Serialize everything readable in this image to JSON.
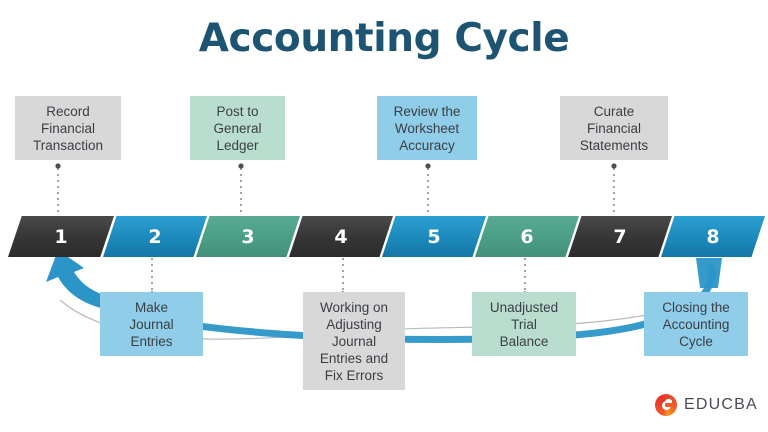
{
  "title": "Accounting Cycle",
  "colors": {
    "title": "#1d5472",
    "gray": "#d8d8d8",
    "green": "#b9ded0",
    "blue": "#8fcde8",
    "chevron_dark": "#353535",
    "chevron_blue": "#1b87b9",
    "chevron_green": "#4a9d85",
    "arrow": "#2b95c8",
    "logo": "#f05a28"
  },
  "steps": [
    {
      "number": "1",
      "label": "Record Financial Transaction",
      "lines": [
        "Record",
        "Financial",
        "Transaction"
      ],
      "position": "top",
      "card_color": "gray",
      "chevron_color": "dark"
    },
    {
      "number": "2",
      "label": "Make Journal Entries",
      "lines": [
        "Make",
        "Journal",
        "Entries"
      ],
      "position": "bottom",
      "card_color": "blue",
      "chevron_color": "blue"
    },
    {
      "number": "3",
      "label": "Post to General Ledger",
      "lines": [
        "Post to",
        "General",
        "Ledger"
      ],
      "position": "top",
      "card_color": "green",
      "chevron_color": "green"
    },
    {
      "number": "4",
      "label": "Working on Adjusting Journal Entries and Fix Errors",
      "lines": [
        "Working on",
        "Adjusting",
        "Journal",
        "Entries and",
        "Fix Errors"
      ],
      "position": "bottom",
      "card_color": "gray",
      "chevron_color": "dark"
    },
    {
      "number": "5",
      "label": "Review the Worksheet Accuracy",
      "lines": [
        "Review the",
        "Worksheet",
        "Accuracy"
      ],
      "position": "top",
      "card_color": "blue",
      "chevron_color": "blue"
    },
    {
      "number": "6",
      "label": "Unadjusted Trial Balance",
      "lines": [
        "Unadjusted",
        "Trial",
        "Balance"
      ],
      "position": "bottom",
      "card_color": "green",
      "chevron_color": "green"
    },
    {
      "number": "7",
      "label": "Curate Financial Statements",
      "lines": [
        "Curate",
        "Financial",
        "Statements"
      ],
      "position": "top",
      "card_color": "gray",
      "chevron_color": "dark"
    },
    {
      "number": "8",
      "label": "Closing the Accounting Cycle",
      "lines": [
        "Closing the",
        "Accounting",
        "Cycle"
      ],
      "position": "bottom",
      "card_color": "blue",
      "chevron_color": "blue"
    }
  ],
  "brand": {
    "name": "EDUCBA",
    "mark": "educba-circle-e-icon"
  }
}
